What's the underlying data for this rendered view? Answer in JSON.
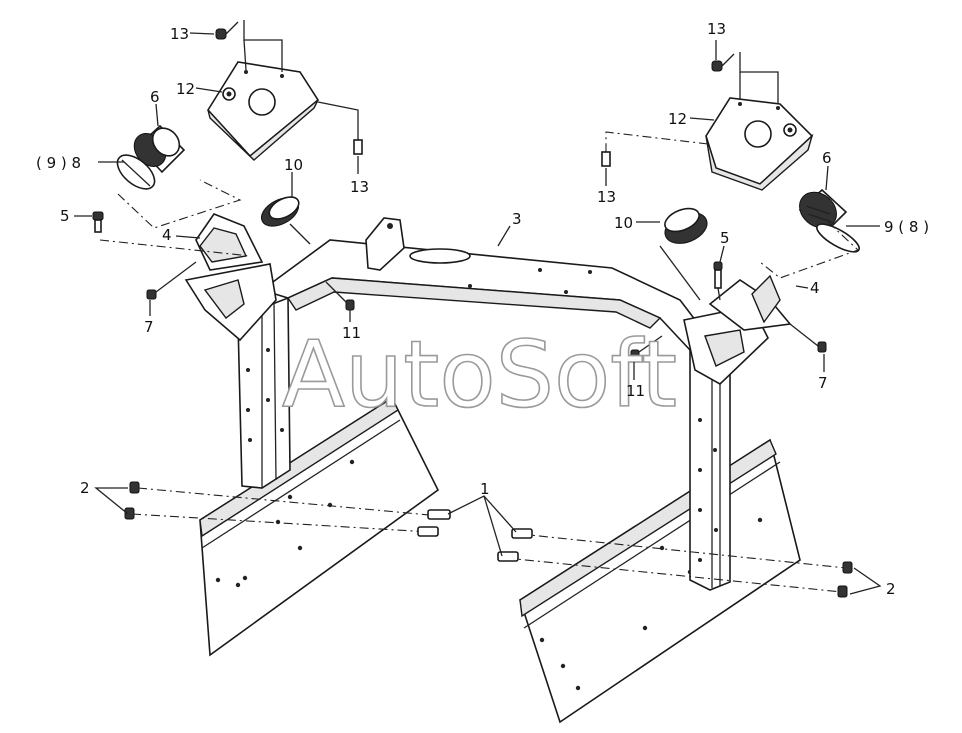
{
  "watermark": "AutoSoft",
  "labels": {
    "l13a": "13",
    "l12a": "12",
    "l6a": "6",
    "l98a": "( 9 ) 8",
    "l13b": "13",
    "l10a": "10",
    "l5a": "5",
    "l4a": "4",
    "l7a": "7",
    "l11a": "11",
    "l3": "3",
    "l13c": "13",
    "l12b": "12",
    "l13d": "13",
    "l6b": "6",
    "l98b": "9 ( 8 )",
    "l10b": "10",
    "l5b": "5",
    "l4b": "4",
    "l11b": "11",
    "l7b": "7",
    "l2a": "2",
    "l1": "1",
    "l2b": "2"
  }
}
